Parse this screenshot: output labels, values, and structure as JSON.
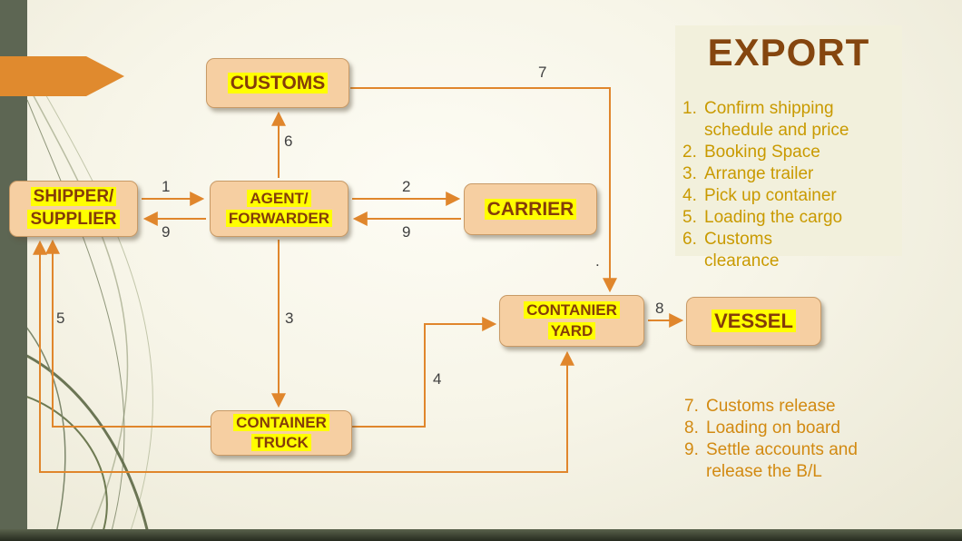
{
  "slide": {
    "title": "EXPORT"
  },
  "colors": {
    "arrow": "#E0862C",
    "box_fill": "#F6CFA2",
    "box_border": "#C89A66",
    "box_text": "#843C0A",
    "highlight": "#FFFF00",
    "accent_bar": "#5D6653",
    "legend_top_color": "#C99A00",
    "legend_bottom_color": "#D28A12",
    "title_color": "#85460F"
  },
  "nodes": {
    "customs": {
      "lines": [
        "CUSTOMS"
      ]
    },
    "shipper": {
      "lines": [
        "SHIPPER/",
        "SUPPLIER"
      ]
    },
    "agent": {
      "lines": [
        "AGENT/",
        "FORWARDER"
      ]
    },
    "carrier": {
      "lines": [
        "CARRIER"
      ]
    },
    "yard": {
      "lines": [
        "CONTANIER",
        "YARD"
      ]
    },
    "vessel": {
      "lines": [
        "VESSEL"
      ]
    },
    "truck": {
      "lines": [
        "CONTAINER",
        "TRUCK"
      ]
    }
  },
  "arrows": {
    "n1": "1",
    "n2": "2",
    "n3": "3",
    "n4": "4",
    "n5": "5",
    "n6": "6",
    "n7": "7",
    "n8": "8",
    "n9a": "9",
    "n9b": "9",
    "dot": "."
  },
  "legend_top": {
    "items": [
      {
        "num": "1.",
        "text": "Confirm shipping schedule and price"
      },
      {
        "num": "2.",
        "text": "Booking Space"
      },
      {
        "num": "3.",
        "text": "Arrange trailer"
      },
      {
        "num": "4.",
        "text": "Pick up container"
      },
      {
        "num": "5.",
        "text": "Loading the cargo"
      },
      {
        "num": "6.",
        "text": "Customs clearance"
      }
    ]
  },
  "legend_bottom": {
    "items": [
      {
        "num": "7.",
        "text": "Customs release"
      },
      {
        "num": "8.",
        "text": "Loading on board"
      },
      {
        "num": "9.",
        "text": "Settle accounts and release the B/L"
      }
    ]
  }
}
